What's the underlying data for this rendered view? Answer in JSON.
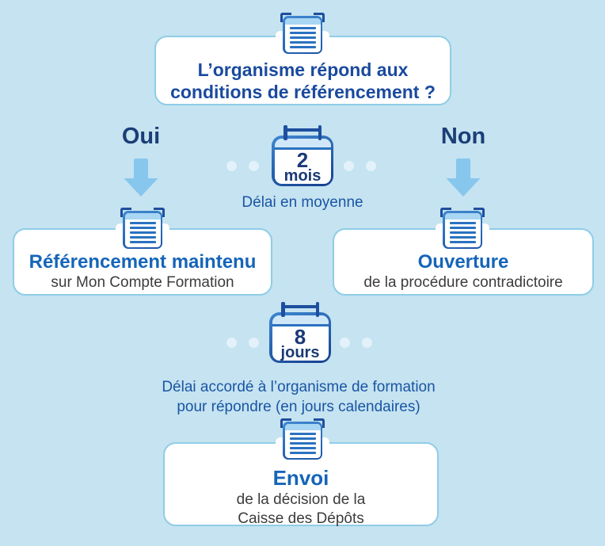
{
  "flow": {
    "question": {
      "line1": "L’organisme répond aux",
      "line2": "conditions de référencement ?"
    },
    "branch_yes": "Oui",
    "branch_no": "Non",
    "delay_average": {
      "value": "2",
      "unit": "mois",
      "caption": "Délai en moyenne"
    },
    "outcome_yes": {
      "title": "Référencement maintenu",
      "subtitle": "sur Mon Compte Formation"
    },
    "outcome_no": {
      "title": "Ouverture",
      "subtitle": "de la procédure contradictoire"
    },
    "delay_response": {
      "value": "8",
      "unit": "jours",
      "caption_line1": "Délai accordé à l’organisme de formation",
      "caption_line2": "pour répondre (en jours calendaires)"
    },
    "final": {
      "title": "Envoi",
      "subtitle_line1": "de la décision de la",
      "subtitle_line2": "Caisse des Dépôts"
    }
  },
  "icons": {
    "document": "notepad-icon",
    "calendar": "calendar-icon",
    "arrow": "down-arrow-icon",
    "dot": "dot"
  },
  "colors": {
    "background": "#c5e3f0",
    "card_border": "#8fcde7",
    "question_text": "#1a4a9e",
    "branch_text": "#1b3e78",
    "heading_blue": "#1565b8",
    "subtitle_gray": "#3c3c3b",
    "caption_blue": "#1a55a5",
    "arrow_blue": "#87c7ee",
    "dot_blue": "#e3f1fa",
    "icon_blue": "#2a72c0",
    "icon_dark": "#1d4f9e"
  }
}
